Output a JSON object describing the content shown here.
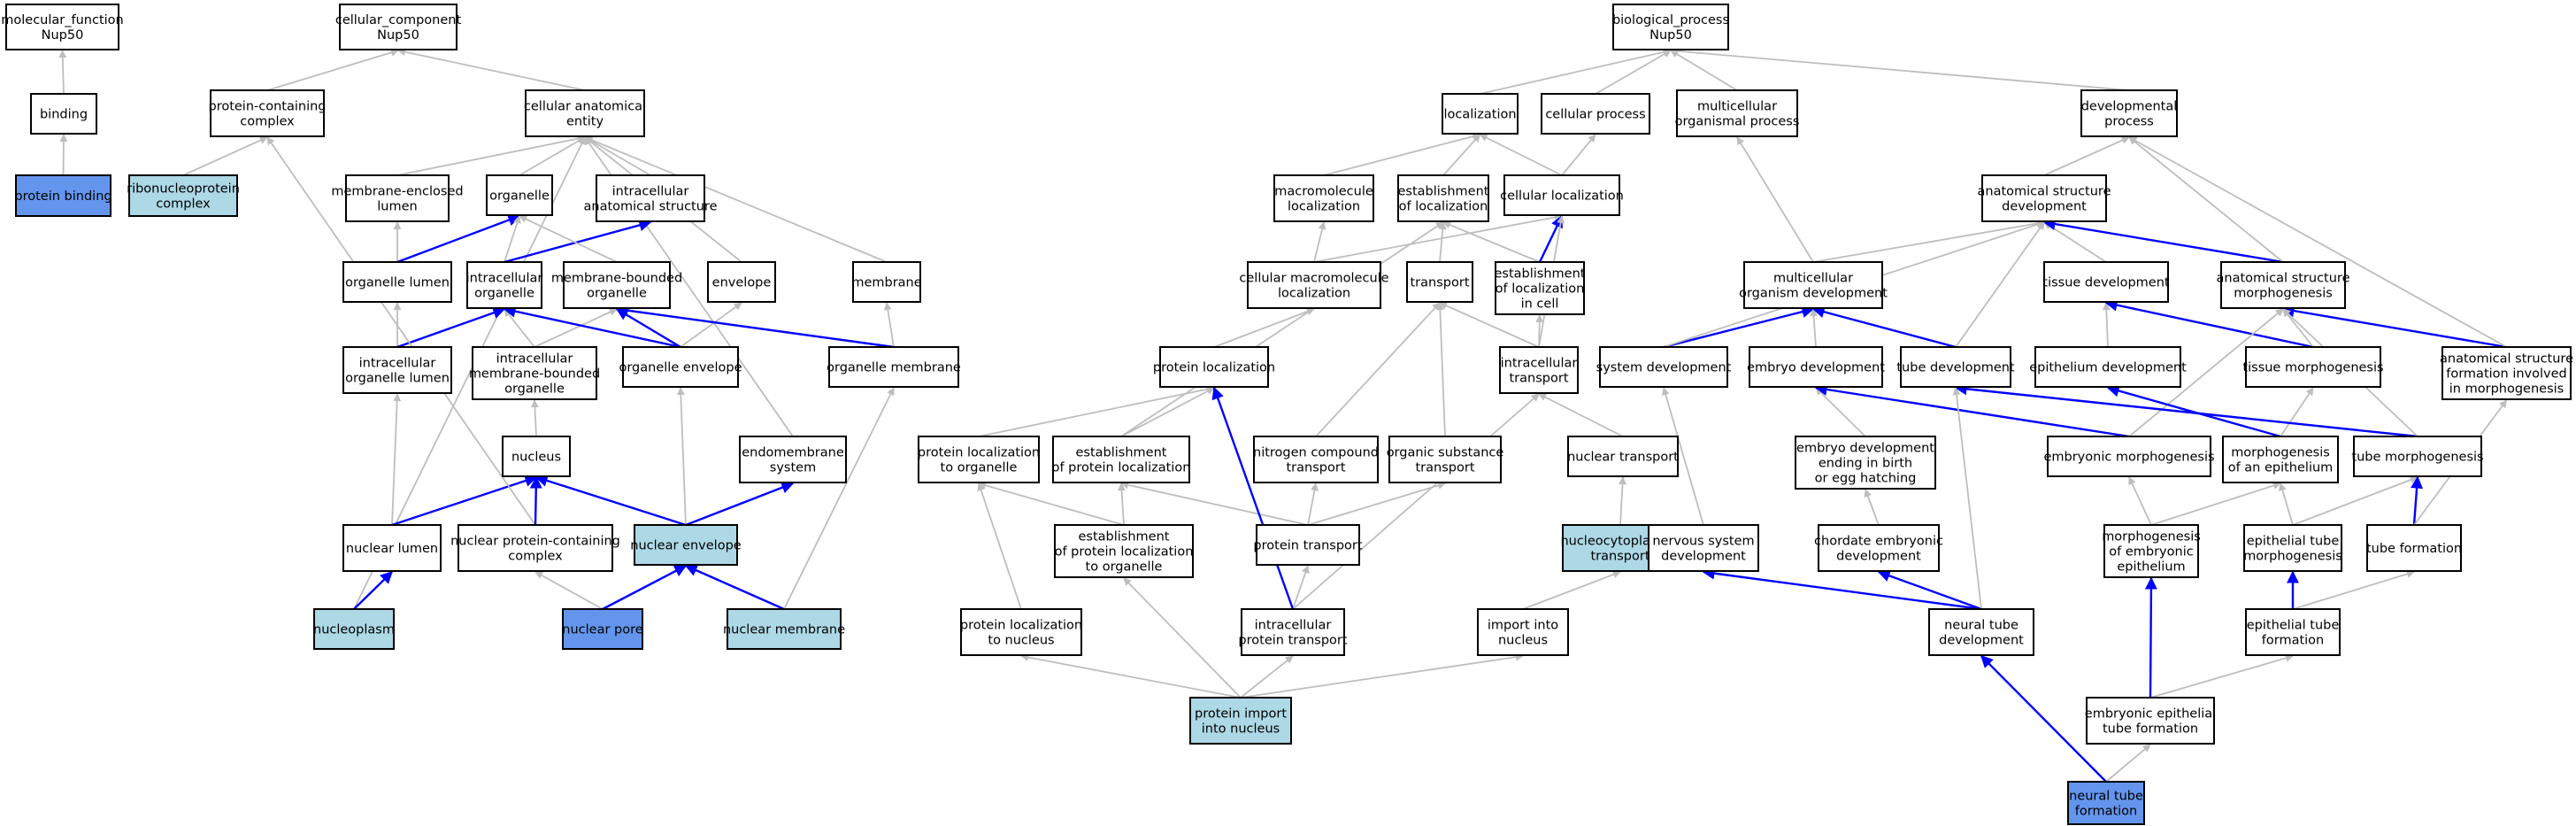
{
  "colors": {
    "normal_fill": "#ffffff",
    "highlight_fill": "#add8e6",
    "query_fill": "#6495ed",
    "is_a_edge": "#bebebe",
    "part_of_edge": "#0000ff"
  },
  "nodes": {
    "mf": "molecular_function\nNup50",
    "binding": "binding",
    "pbind": "protein binding",
    "cc": "cellular_component\nNup50",
    "pcc": "protein-containing\ncomplex",
    "rnp": "ribonucleoprotein\ncomplex",
    "cae": "cellular anatomical\nentity",
    "mel": "membrane-enclosed\nlumen",
    "organelle": "organelle",
    "ias": "intracellular\nanatomical structure",
    "olumen": "organelle lumen",
    "io": "intracellular\norganelle",
    "mbo": "membrane-bounded\norganelle",
    "envelope": "envelope",
    "membrane": "membrane",
    "iol": "intracellular\norganelle lumen",
    "imbo": "intracellular\nmembrane-bounded\norganelle",
    "oenv": "organelle envelope",
    "omem": "organelle membrane",
    "nucleus": "nucleus",
    "endo": "endomembrane\nsystem",
    "nlumen": "nuclear lumen",
    "npcc": "nuclear protein-containing\ncomplex",
    "nenv": "nuclear envelope",
    "nplasm": "nucleoplasm",
    "npore": "nuclear pore",
    "nmem": "nuclear membrane",
    "bp": "biological_process\nNup50",
    "loc": "localization",
    "cproc": "cellular process",
    "mop": "multicellular\norganismal process",
    "devp": "developmental\nprocess",
    "mloc": "macromolecule\nlocalization",
    "eloc": "establishment\nof localization",
    "cloc": "cellular localization",
    "asd": "anatomical structure\ndevelopment",
    "cml": "cellular macromolecule\nlocalization",
    "transport": "transport",
    "elic": "establishment\nof localization\nin cell",
    "mod": "multicellular\norganism development",
    "tdev": "tissue development",
    "asm": "anatomical structure\nmorphogenesis",
    "ploc": "protein localization",
    "itrans": "intracellular\ntransport",
    "sysdev": "system development",
    "embdev": "embryo development",
    "tubedev": "tube development",
    "epdev": "epithelium development",
    "tmorph": "tissue morphogenesis",
    "asfm": "anatomical structure\nformation involved\nin morphogenesis",
    "pl2o": "protein localization\nto organelle",
    "epl": "establishment\nof protein localization",
    "nct": "nitrogen compound\ntransport",
    "ost": "organic substance\ntransport",
    "ntrans": "nuclear transport",
    "edbirth": "embryo development\nending in birth\nor egg hatching",
    "emorph": "embryonic morphogenesis",
    "moe": "morphogenesis\nof an epithelium",
    "tubemorph": "tube morphogenesis",
    "epl2o": "establishment\nof protein localization\nto organelle",
    "ptrans": "protein transport",
    "ncyto": "nucleocytoplasmic\ntransport",
    "nsd": "nervous system\ndevelopment",
    "ced": "chordate embryonic\ndevelopment",
    "moee": "morphogenesis\nof embryonic\nepithelium",
    "etm": "epithelial tube\nmorphogenesis",
    "tubeform": "tube formation",
    "pl2n": "protein localization\nto nucleus",
    "ipt": "intracellular\nprotein transport",
    "iin": "import into\nnucleus",
    "ntd": "neural tube\ndevelopment",
    "etf": "epithelial tube\nformation",
    "pin": "protein import\ninto nucleus",
    "eetf": "embryonic epithelial\ntube formation",
    "ntf": "neural tube\nformation"
  }
}
